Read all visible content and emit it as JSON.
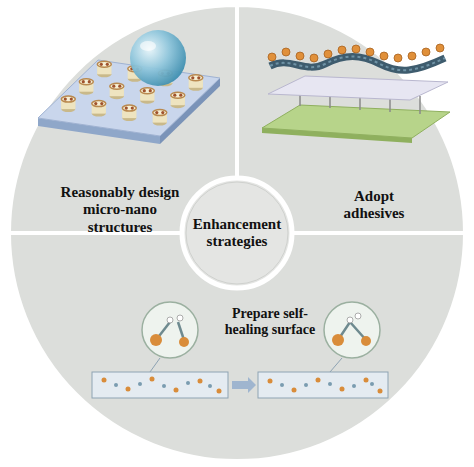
{
  "diagram": {
    "nodes": [
      {
        "text": [
          "Reasonably design micro-nano structures"
        ]
      },
      {
        "text": [
          "Adopt adhesives"
        ]
      },
      {
        "text": [
          "Enhancement strategies"
        ]
      },
      {
        "text": [
          "Prepare self-healing surface"
        ]
      }
    ]
  }
}
